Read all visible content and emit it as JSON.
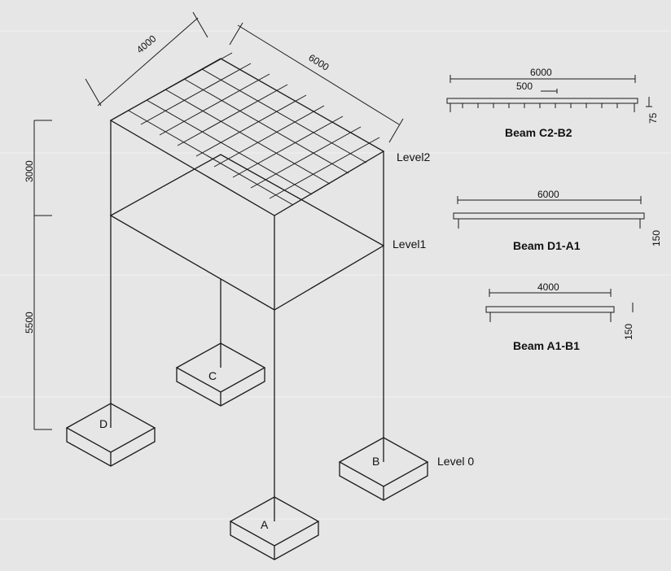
{
  "dimensions": {
    "width_top": "4000",
    "length_top": "6000",
    "height_upper": "3000",
    "height_lower": "5500"
  },
  "levels": {
    "level2": "Level2",
    "level1": "Level1",
    "level0": "Level 0"
  },
  "footings": {
    "a": "A",
    "b": "B",
    "c": "C",
    "d": "D"
  },
  "beams": [
    {
      "title": "Beam C2-B2",
      "span": "6000",
      "spacing": "500",
      "depth": "75"
    },
    {
      "title": "Beam D1-A1",
      "span": "6000",
      "depth": "150"
    },
    {
      "title": "Beam A1-B1",
      "span": "4000",
      "depth": "150"
    }
  ]
}
